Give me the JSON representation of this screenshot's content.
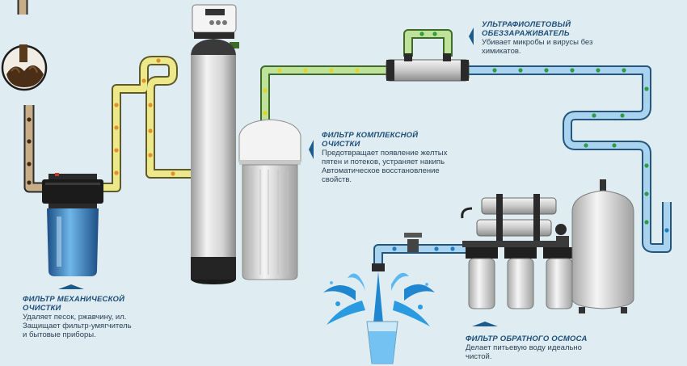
{
  "labels": {
    "mechanical": {
      "title_line1": "Фильтр механической",
      "title_line2": "очистки",
      "desc_line1": "Удаляет песок, ржавчину, ил.",
      "desc_line2": "Защищает фильтр-умягчитель",
      "desc_line3": "и бытовые приборы."
    },
    "complex": {
      "title_line1": "Фильтр комплексной",
      "title_line2": "очистки",
      "desc_line1": "Предотвращает появление желтых",
      "desc_line2": "пятен и потеков, устраняет накипь",
      "desc_line3": "Автоматическое восстановление",
      "desc_line4": "свойств."
    },
    "uv": {
      "title_line1": "Ультрафиолетовый",
      "title_line2": "обеззараживатель",
      "desc_line1": "Убивает микробы и вирусы без",
      "desc_line2": "химикатов."
    },
    "ro": {
      "title_line1": "Фильтр обратного осмоса",
      "desc_line1": "Делает питьевую воду идеально",
      "desc_line2": "чистой."
    }
  },
  "colors": {
    "background": "#dfedf2",
    "pipe_dirty": "#c8ae88",
    "pipe_yellow": "#ede88a",
    "pipe_green": "#bfe29a",
    "pipe_blue": "#a9d3ee",
    "dot_dark": "#3a2a1c",
    "dot_orange": "#e0922a",
    "dot_yellow": "#e2d22a",
    "dot_green": "#2f9c45",
    "dot_blue": "#1f7fc4",
    "text_title": "#1d4d78",
    "arrow": "#1d5b8a"
  },
  "icons": {
    "mechanical_filter": "cartridge-filter-icon",
    "softener": "softener-tank-icon",
    "brine_tank": "brine-tank-icon",
    "uv_lamp": "uv-lamp-icon",
    "ro_system": "reverse-osmosis-icon",
    "faucet": "faucet-icon",
    "glass": "water-glass-icon",
    "dirty_water": "dirty-water-icon"
  }
}
